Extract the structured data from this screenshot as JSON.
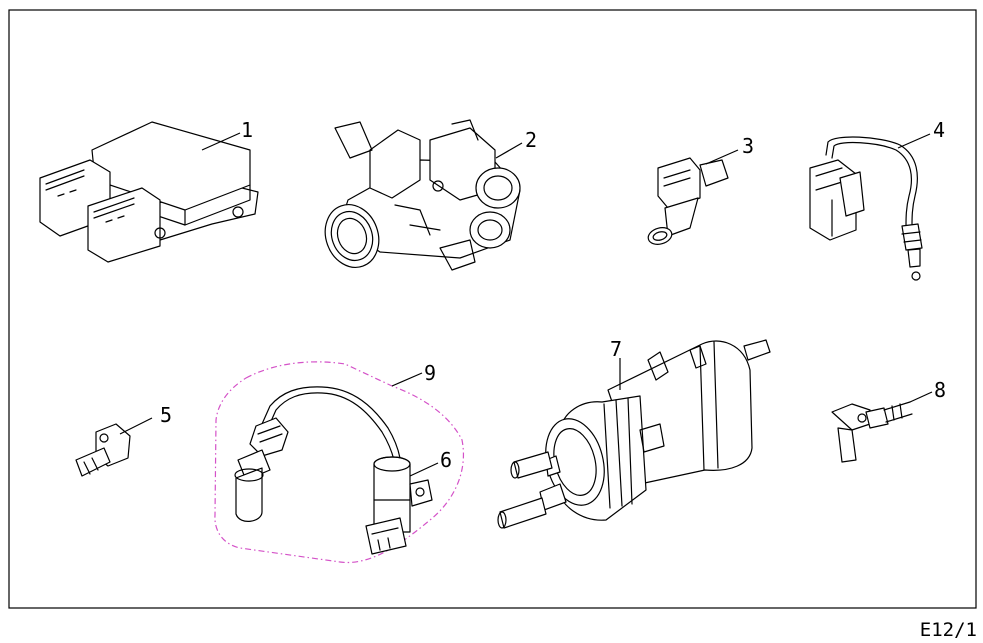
{
  "callouts": [
    "1",
    "2",
    "3",
    "4",
    "5",
    "6",
    "7",
    "8",
    "9"
  ],
  "page_ref": "E12/1",
  "colors": {
    "line": "#000000",
    "group_outline": "#d452c8",
    "background": "#ffffff"
  }
}
